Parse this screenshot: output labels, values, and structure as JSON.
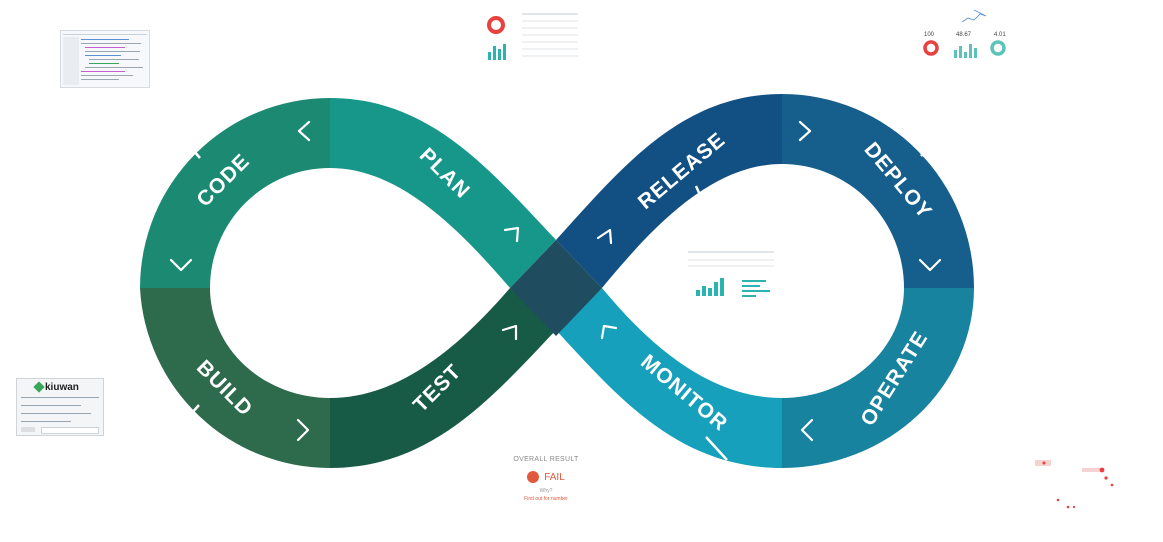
{
  "diagram": {
    "segments": [
      {
        "id": "code",
        "label": "CODE",
        "color": "#1c8a73"
      },
      {
        "id": "plan",
        "label": "PLAN",
        "color": "#17978a"
      },
      {
        "id": "build",
        "label": "BUILD",
        "color": "#2e6a4c"
      },
      {
        "id": "test",
        "label": "TEST",
        "color": "#175a45"
      },
      {
        "id": "release",
        "label": "RELEASE",
        "color": "#124f82"
      },
      {
        "id": "deploy",
        "label": "DEPLOY",
        "color": "#165f8d"
      },
      {
        "id": "monitor",
        "label": "MONITOR",
        "color": "#16a0bb"
      },
      {
        "id": "operate",
        "label": "OPERATE",
        "color": "#17839e"
      }
    ],
    "center_color": "#1f4c5e"
  },
  "kiuwan": {
    "name": "kiuwan",
    "logo_color": "#3aa65a"
  },
  "result": {
    "title": "OVERALL RESULT",
    "status": "FAIL",
    "why": "Why?",
    "link": "Find out for number",
    "fail_color": "#e25a3e"
  },
  "dashboard_top_right": {
    "metric_a": "100",
    "metric_b": "48.67",
    "metric_c": "4.01",
    "ring_a_color": "#e8413f",
    "ring_c_color": "#5dc3b8"
  }
}
